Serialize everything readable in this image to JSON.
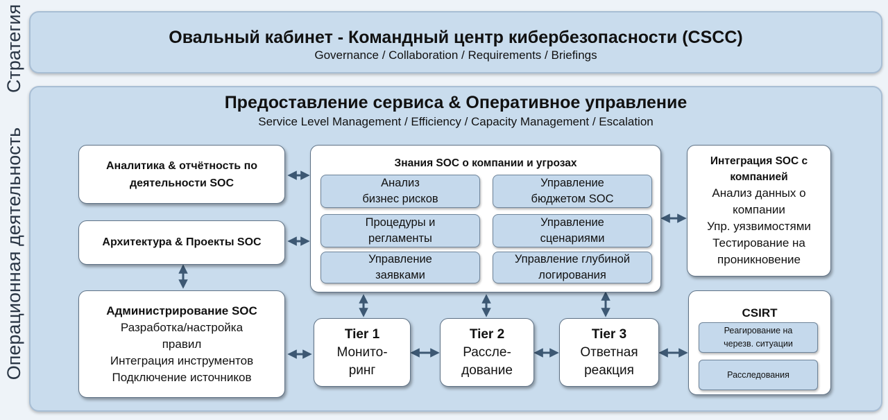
{
  "side_labels": {
    "strategy": "Стратегия",
    "operations": "Операционная деятельность"
  },
  "top": {
    "title": "Овальный кабинет - Командный центр кибербезопасности (CSCC)",
    "subtitle": "Governance / Collaboration / Requirements / Briefings"
  },
  "main": {
    "title": "Предоставление сервиса & Оперативное управление",
    "subtitle": "Service Level Management / Efficiency / Capacity Management / Escalation"
  },
  "analytics": {
    "line1": "Аналитика & отчётность по",
    "line2": "деятельности SOC"
  },
  "architecture": {
    "label": "Архитектура & Проекты SOC"
  },
  "admin": {
    "title": "Администрирование SOC",
    "line1": "Разработка/настройка",
    "line2": "правил",
    "line3": "Интеграция инструментов",
    "line4": "Подключение источников"
  },
  "knowledge": {
    "title": "Знания SOC о компании и угрозах",
    "items": [
      {
        "l1": "Анализ",
        "l2": "бизнес рисков"
      },
      {
        "l1": "Управление",
        "l2": "бюджетом SOC"
      },
      {
        "l1": "Процедуры и",
        "l2": "регламенты"
      },
      {
        "l1": "Управление",
        "l2": "сценариями"
      },
      {
        "l1": "Управление",
        "l2": "заявками"
      },
      {
        "l1": "Управление глубиной",
        "l2": "логирования"
      }
    ]
  },
  "integration": {
    "title1": "Интеграция SOC с",
    "title2": "компанией",
    "line1": "Анализ данных о",
    "line2": "компании",
    "line3": "Упр. уязвимостями",
    "line4": "Тестирование на",
    "line5": "проникновение"
  },
  "tiers": [
    {
      "name": "Tier 1",
      "l1": "Монито-",
      "l2": "ринг"
    },
    {
      "name": "Tier 2",
      "l1": "Рассле-",
      "l2": "дование"
    },
    {
      "name": "Tier 3",
      "l1": "Ответная",
      "l2": "реакция"
    }
  ],
  "csirt": {
    "title": "CSIRT",
    "item1_l1": "Реагирование на",
    "item1_l2": "черезв. ситуации",
    "item2": "Расследования"
  },
  "colors": {
    "band": "#c9dced",
    "inner": "#c5d9ec",
    "arrow": "#3d5873"
  }
}
